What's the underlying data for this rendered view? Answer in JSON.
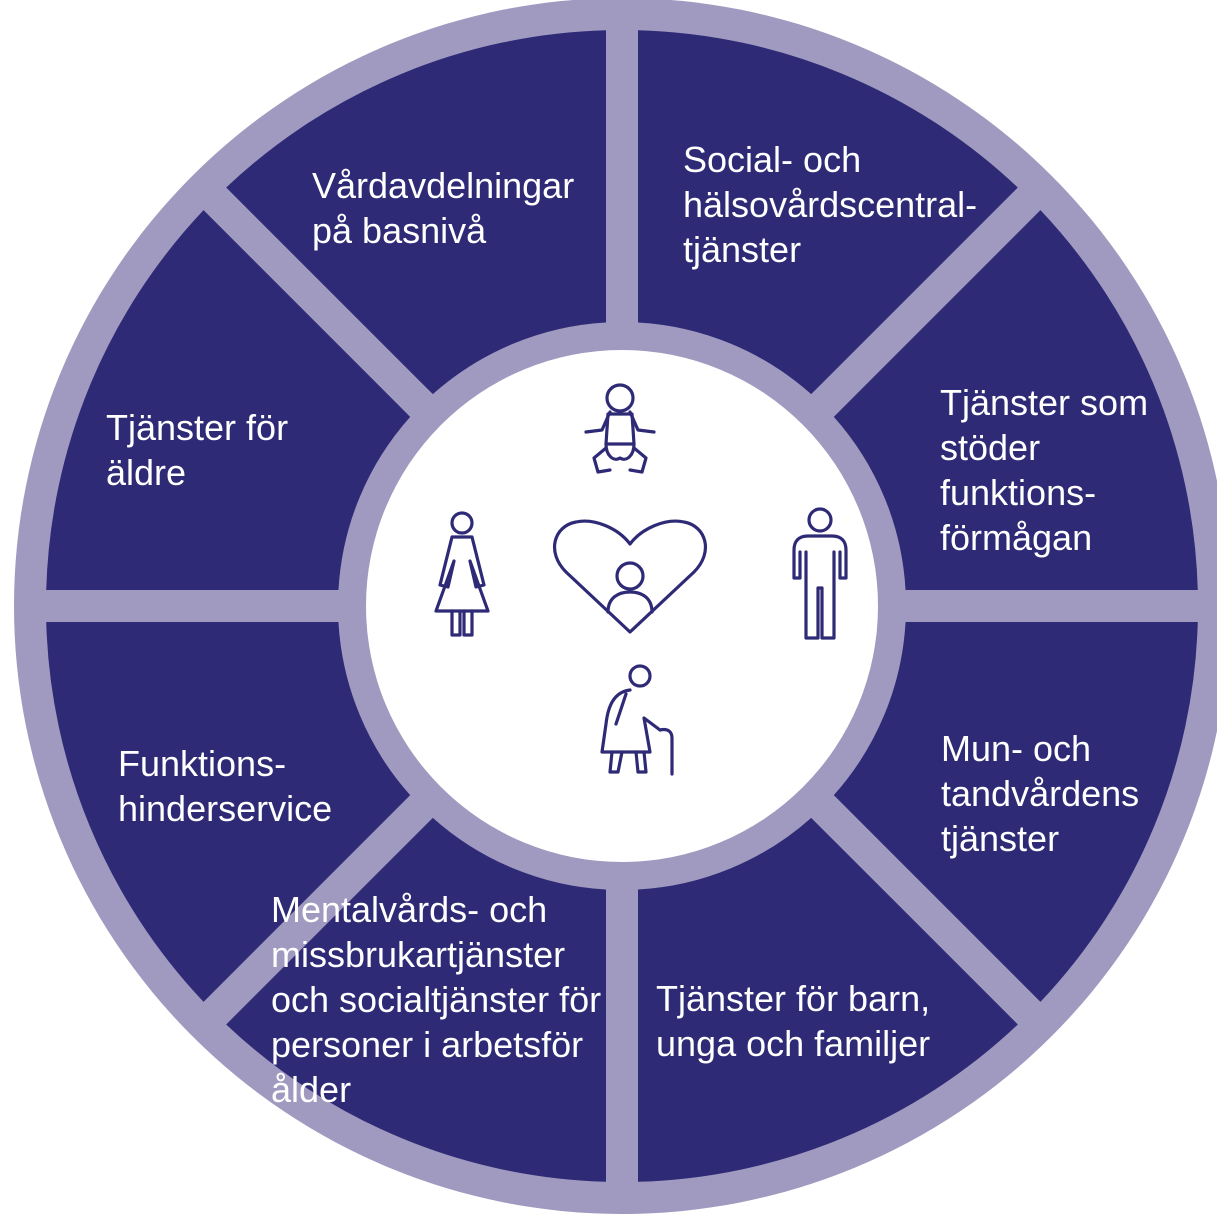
{
  "colors": {
    "ring": "#a09ac0",
    "segment": "#2e2a76",
    "center": "#ffffff",
    "text": "#ffffff",
    "icon": "#2e2a76"
  },
  "segments": [
    {
      "id": "vardavdelningar",
      "lines": [
        "Vårdavdelningar",
        "på basnivå"
      ]
    },
    {
      "id": "social-halsovard",
      "lines": [
        "Social- och",
        "hälsovårdscentral-",
        "tjänster"
      ]
    },
    {
      "id": "funktionsformaga",
      "lines": [
        "Tjänster som",
        "stöder",
        "funktions-",
        "förmågan"
      ]
    },
    {
      "id": "mun-tandvard",
      "lines": [
        "Mun- och",
        "tandvårdens",
        "tjänster"
      ]
    },
    {
      "id": "barn-unga-familjer",
      "lines": [
        "Tjänster för barn,",
        "unga och familjer"
      ]
    },
    {
      "id": "mentalvard-missbruk",
      "lines": [
        "Mentalvårds- och",
        "missbrukartjänster",
        "och socialtjänster för",
        "personer i arbetsför",
        "ålder"
      ]
    },
    {
      "id": "funktionshinder",
      "lines": [
        "Funktions-",
        "hinderservice"
      ]
    },
    {
      "id": "aldre",
      "lines": [
        "Tjänster för",
        "äldre"
      ]
    }
  ],
  "center_icons": [
    "baby-icon",
    "woman-icon",
    "heart-person-icon",
    "man-icon",
    "elderly-person-icon"
  ]
}
